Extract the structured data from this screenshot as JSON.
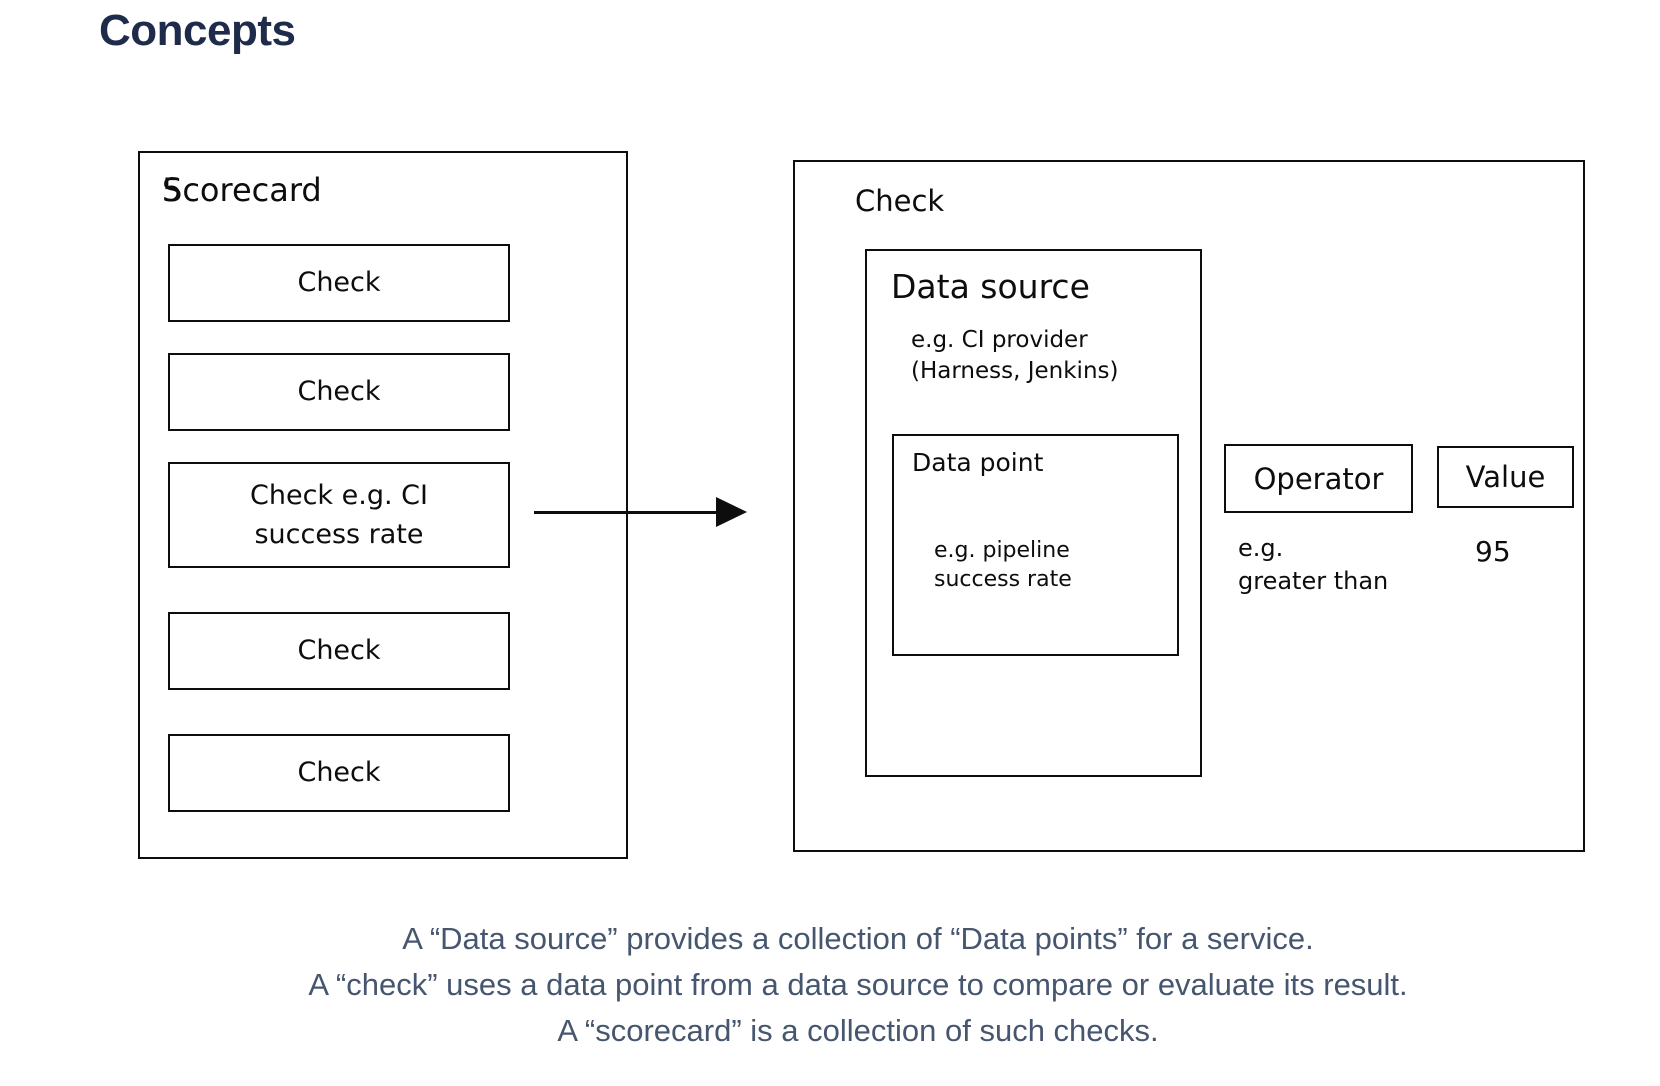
{
  "page": {
    "title": "Concepts",
    "title_color": "#1f2b4a",
    "background_color": "#ffffff",
    "line_color": "#0d0d0d"
  },
  "diagram": {
    "scorecard": {
      "label": "Scorecard",
      "checks": [
        {
          "label": "Check"
        },
        {
          "label": "Check"
        },
        {
          "label": "Check e.g. CI success rate",
          "lines": [
            "Check e.g. CI",
            "success rate"
          ]
        },
        {
          "label": "Check"
        },
        {
          "label": "Check"
        }
      ]
    },
    "arrow": {
      "from": "Check e.g. CI success rate",
      "to": "Check"
    },
    "check_detail": {
      "label": "Check",
      "data_source": {
        "label": "Data source",
        "example_lines": [
          "e.g. CI provider",
          "(Harness, Jenkins)"
        ],
        "data_point": {
          "label": "Data point",
          "example_lines": [
            "e.g. pipeline",
            "success rate"
          ]
        }
      },
      "operator": {
        "label": "Operator",
        "example_lines": [
          "e.g.",
          "greater than"
        ]
      },
      "value": {
        "label": "Value",
        "example": "95"
      }
    }
  },
  "caption": {
    "color": "#46566f",
    "lines": [
      "A “Data source” provides a collection of “Data points” for a service.",
      "A “check” uses a data point from a data source to compare or evaluate its result.",
      "A “scorecard” is a collection of such checks."
    ]
  }
}
